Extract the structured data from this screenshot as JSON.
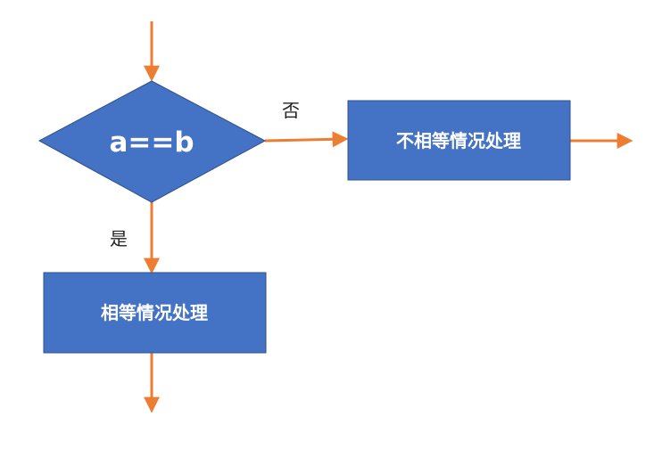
{
  "diagram": {
    "decision": {
      "text": "a==b"
    },
    "no_branch": {
      "label": "否",
      "box_text": "不相等情况处理"
    },
    "yes_branch": {
      "label": "是",
      "box_text": "相等情况处理"
    }
  },
  "colors": {
    "node_fill": "#4472C4",
    "node_stroke": "#2F528F",
    "arrow": "#ED7D31",
    "node_text": "#FFFFFF",
    "label_text": "#222222"
  }
}
